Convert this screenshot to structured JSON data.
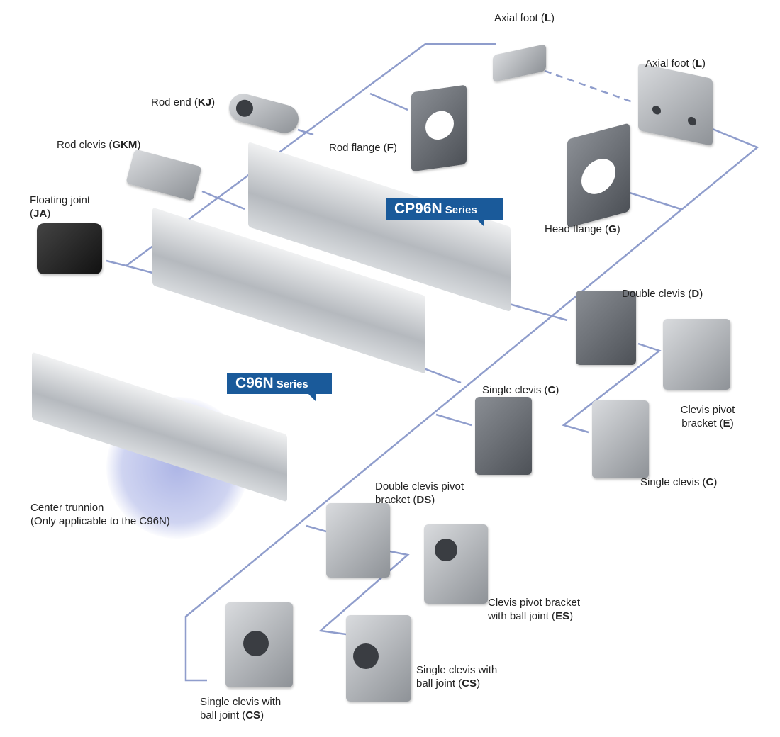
{
  "series_badges": {
    "cp96n": {
      "name": "CP96N",
      "suffix": "Series"
    },
    "c96n": {
      "name": "C96N",
      "suffix": "Series"
    }
  },
  "accessories": [
    {
      "name": "Axial foot",
      "code": "L"
    },
    {
      "name": "Axial foot",
      "code": "L"
    },
    {
      "name": "Rod end",
      "code": "KJ"
    },
    {
      "name": "Rod clevis",
      "code": "GKM"
    },
    {
      "name": "Rod flange",
      "code": "F"
    },
    {
      "name": "Floating joint",
      "code": "JA"
    },
    {
      "name": "Head flange",
      "code": "G"
    },
    {
      "name": "Double clevis",
      "code": "D"
    },
    {
      "name": "Clevis pivot bracket",
      "code": "E"
    },
    {
      "name": "Single clevis",
      "code": "C"
    },
    {
      "name": "Single clevis",
      "code": "C"
    },
    {
      "name": "Double clevis pivot bracket",
      "code": "DS"
    },
    {
      "name": "Clevis pivot bracket with ball joint",
      "code": "ES"
    },
    {
      "name": "Single clevis with ball joint",
      "code": "CS"
    },
    {
      "name": "Single clevis with ball joint",
      "code": "CS"
    }
  ],
  "trunnion": {
    "line1": "Center trunnion",
    "line2": "(Only applicable to the C96N)"
  },
  "colors": {
    "line": "#8f9dcc",
    "badge": "#1a5a9a"
  }
}
